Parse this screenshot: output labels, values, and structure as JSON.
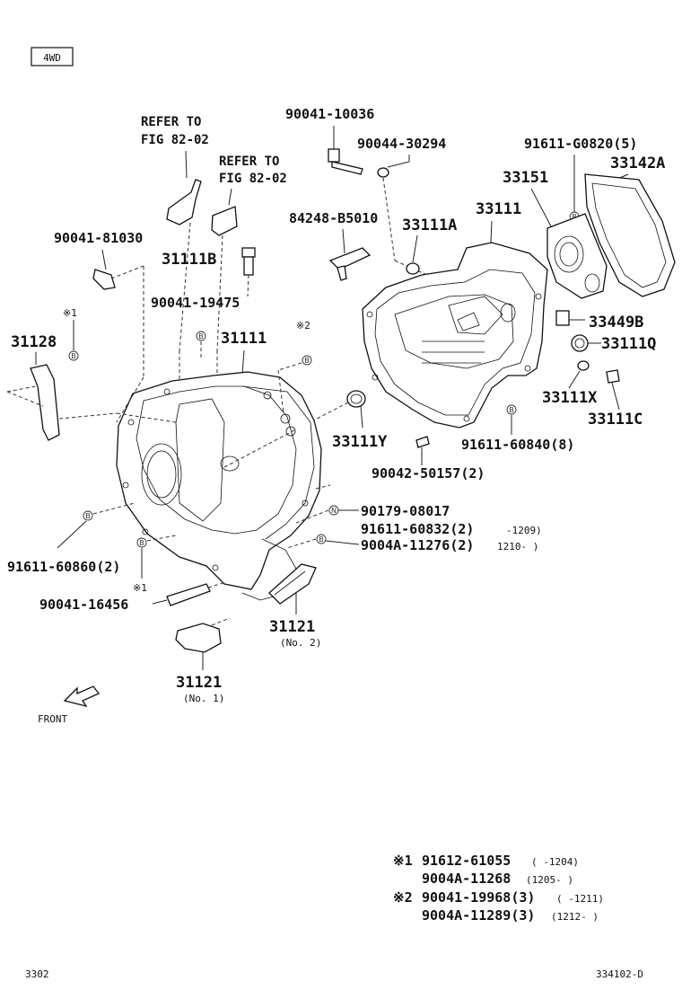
{
  "badge": "4WD",
  "refer": [
    {
      "line1": "REFER TO",
      "line2": "FIG 82-02"
    },
    {
      "line1": "REFER TO",
      "line2": "FIG 82-02"
    }
  ],
  "parts": {
    "p90041_10036": "90041-10036",
    "p90044_30294": "90044-30294",
    "p91611_G0820": "91611-G0820(5)",
    "p33151": "33151",
    "p33142A": "33142A",
    "p84248_B5010": "84248-B5010",
    "p33111A": "33111A",
    "p33111_top": "33111",
    "p90041_81030": "90041-81030",
    "p31111B": "31111B",
    "p90041_19475": "90041-19475",
    "p33449B": "33449B",
    "p33111Q": "33111Q",
    "p31128": "31128",
    "p31111": "31111",
    "p33111X": "33111X",
    "p33111C": "33111C",
    "p33111Y": "33111Y",
    "p91611_60840": "91611-60840(8)",
    "p90042_50157": "90042-50157(2)",
    "p90179_08017": "90179-08017",
    "p91611_60832": "91611-60832(2)",
    "p91611_60832_range": "-1209)",
    "p9004A_11276": "9004A-11276(2)",
    "p9004A_11276_range": "1210-      )",
    "p91611_60860": "91611-60860(2)",
    "p90041_16456": "90041-16456",
    "p31121_no2": "31121",
    "p31121_no2_sub": "(No. 2)",
    "p31121_no1": "31121",
    "p31121_no1_sub": "(No. 1)"
  },
  "markers": {
    "note1": "※1",
    "note2": "※2",
    "B": "B",
    "N": "N"
  },
  "front_label": "FRONT",
  "notes": [
    {
      "mark": "※1",
      "part": "91612-61055",
      "range": "(      -1204)"
    },
    {
      "mark": "",
      "part": "9004A-11268",
      "range": "(1205-      )"
    },
    {
      "mark": "※2",
      "part": "90041-19968(3)",
      "range": "(      -1211)"
    },
    {
      "mark": "",
      "part": "9004A-11289(3)",
      "range": "(1212-      )"
    }
  ],
  "footer": {
    "left": "3302",
    "right": "334102-D"
  }
}
